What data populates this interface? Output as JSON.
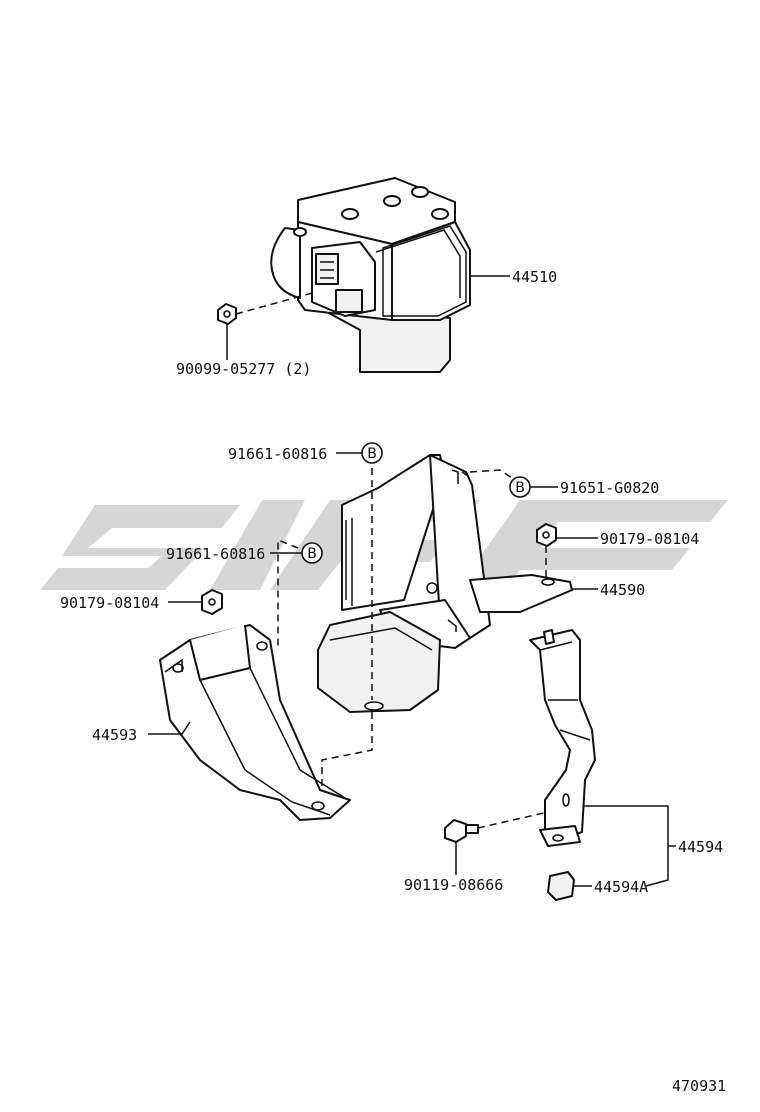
{
  "parts": {
    "abs_actuator": "44510",
    "actuator_bolt": "90099-05277 (2)",
    "bolt_b_left_upper": "91661-60816",
    "bolt_b_left_lower": "91661-60816",
    "bolt_b_right": "91651-G0820",
    "nut_right": "90179-08104",
    "nut_left": "90179-08104",
    "bracket_main": "44590",
    "bracket_left": "44593",
    "bracket_right": "44594",
    "bolt_bottom": "90119-08666",
    "cushion": "44594A"
  },
  "ref_marker": "B",
  "diagram_number": "470931",
  "colors": {
    "line": "#111111",
    "watermark": "#d6d6d6",
    "background": "#ffffff"
  }
}
